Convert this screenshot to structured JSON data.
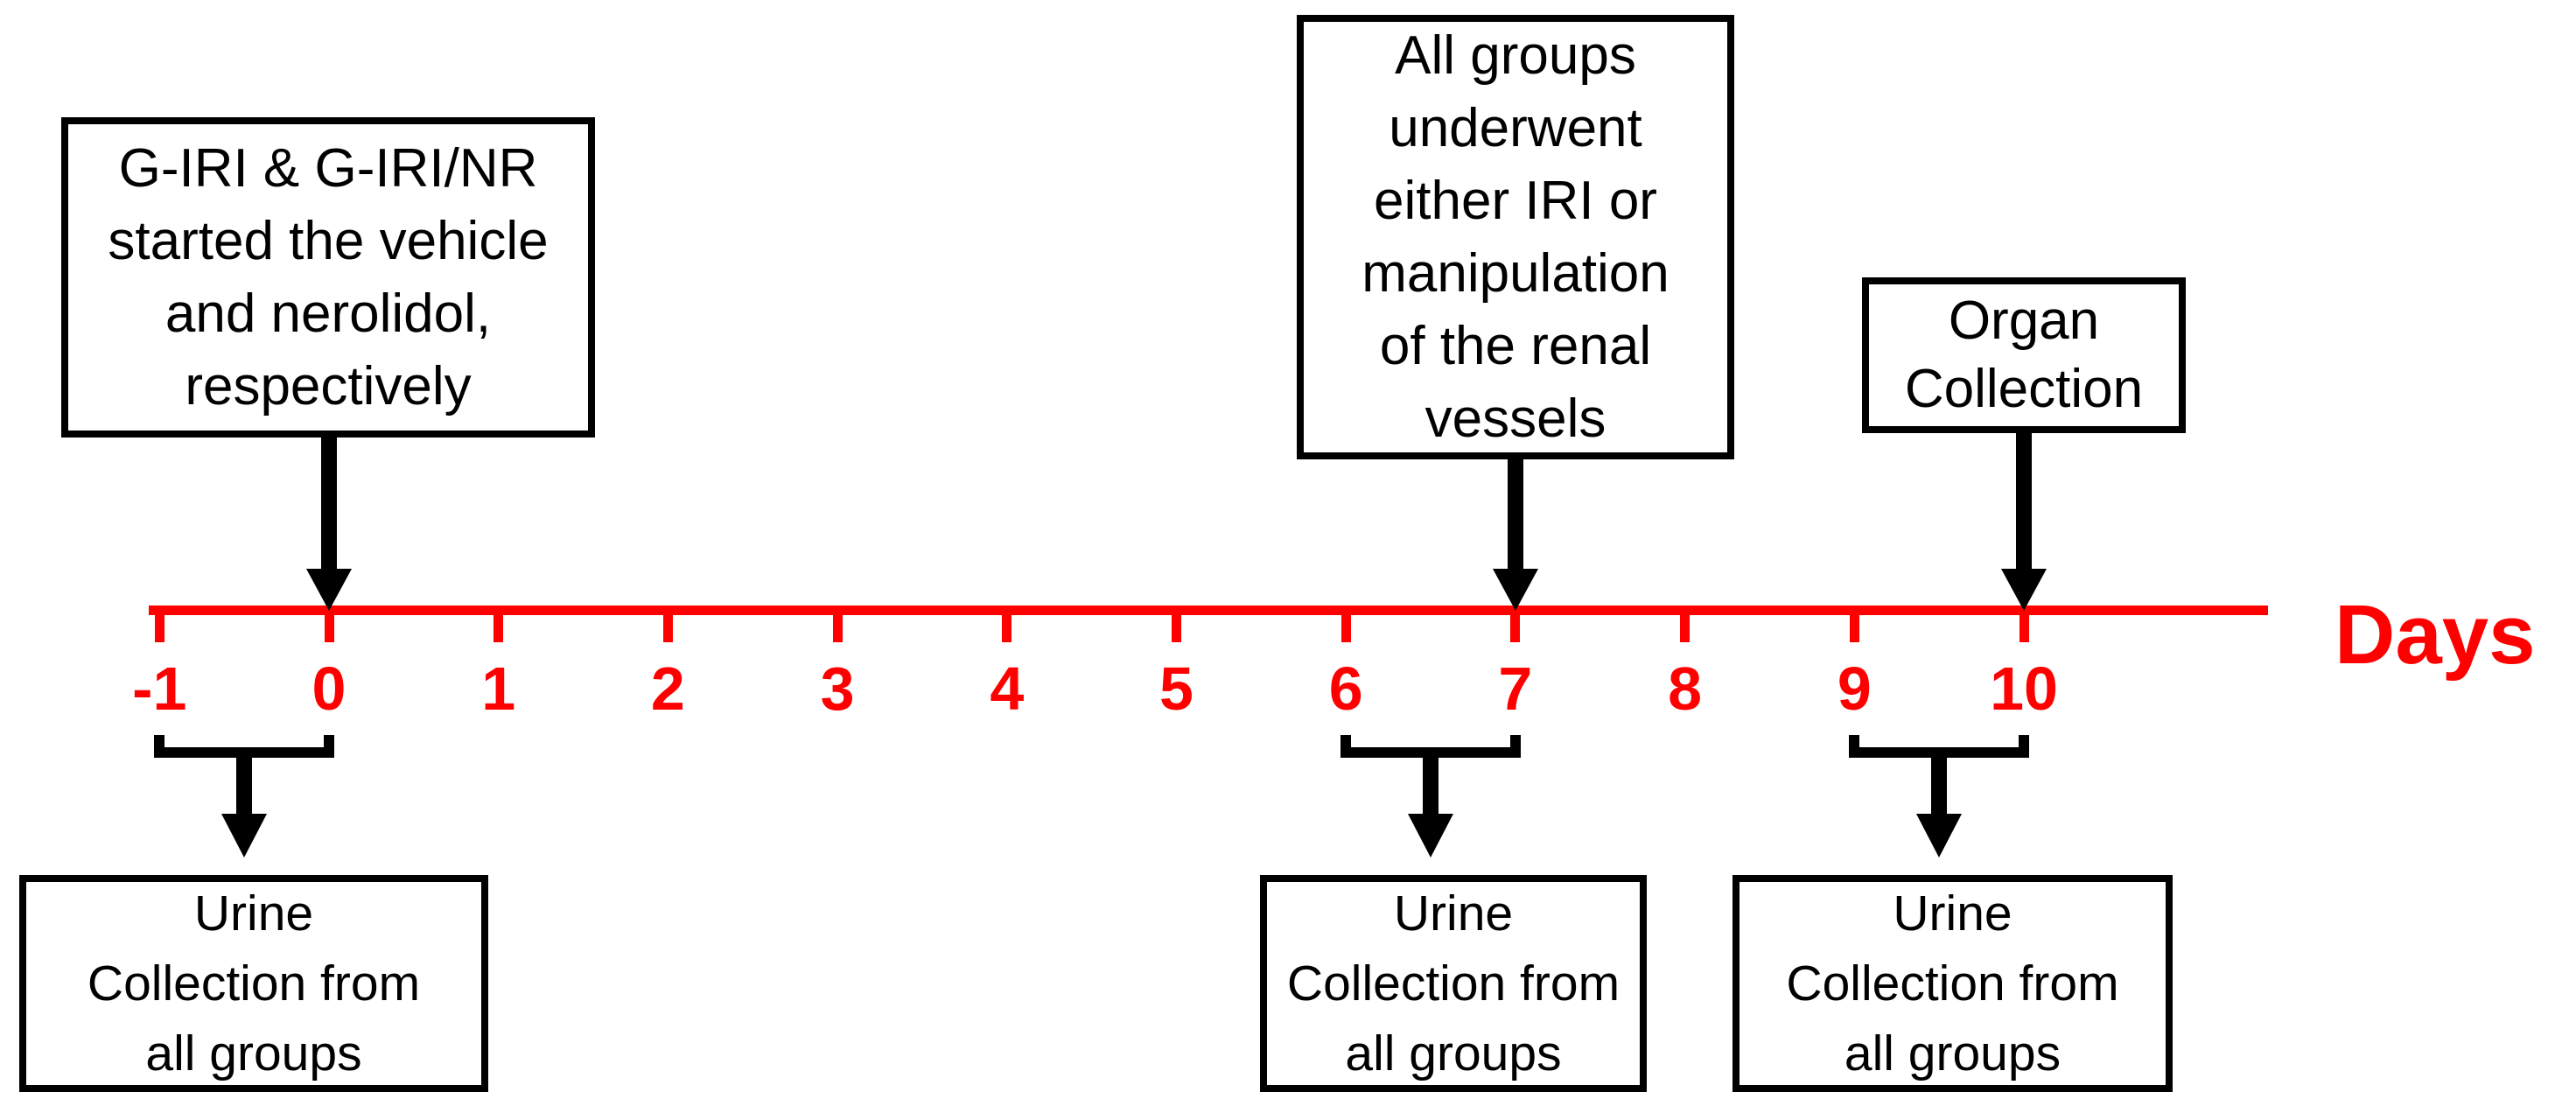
{
  "timeline": {
    "axis_label": "Days",
    "axis_color": "#ff0000",
    "ink_color": "#000000",
    "background_color": "#ffffff",
    "days": [
      -1,
      0,
      1,
      2,
      3,
      4,
      5,
      6,
      7,
      8,
      9,
      10
    ]
  },
  "events_above": [
    {
      "day": 0,
      "lines": [
        "G-IRI & G-IRI/NR",
        "started the vehicle",
        "and nerolidol,",
        "respectively"
      ]
    },
    {
      "day": 7,
      "lines": [
        "All groups",
        "underwent",
        "either IRI or",
        "manipulation",
        "of the renal",
        "vessels"
      ]
    },
    {
      "day": 10,
      "lines": [
        "Organ",
        "Collection"
      ]
    }
  ],
  "events_below": [
    {
      "span_days": [
        -1,
        0
      ],
      "lines": [
        "Urine",
        "Collection from",
        "all groups"
      ]
    },
    {
      "span_days": [
        6,
        7
      ],
      "lines": [
        "Urine",
        "Collection from",
        "all groups"
      ]
    },
    {
      "span_days": [
        9,
        10
      ],
      "lines": [
        "Urine",
        "Collection from",
        "all groups"
      ]
    }
  ]
}
